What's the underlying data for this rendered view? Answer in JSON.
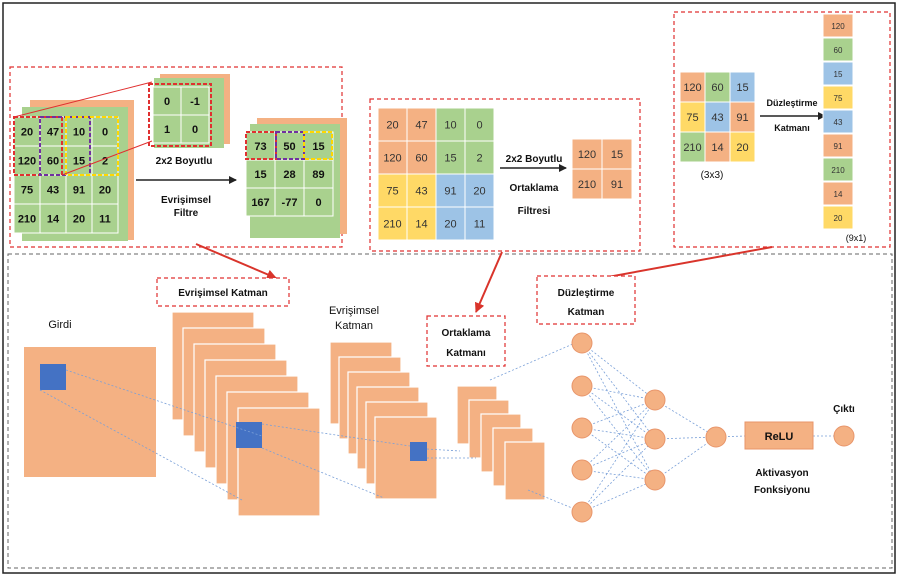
{
  "colors": {
    "orange": "#f4b183",
    "green": "#a9d18e",
    "blue": "#9dc3e6",
    "yellow": "#ffd966",
    "dark_blue": "#4472c4",
    "dashed_red": "#e03030",
    "arrow_red": "#d9342b"
  },
  "conv_panel": {
    "input_grid": [
      [
        "20",
        "47",
        "10",
        "0"
      ],
      [
        "120",
        "60",
        "15",
        "2"
      ],
      [
        "75",
        "43",
        "91",
        "20"
      ],
      [
        "210",
        "14",
        "20",
        "11"
      ]
    ],
    "kernel_grid": [
      [
        "0",
        "-1"
      ],
      [
        "1",
        "0"
      ]
    ],
    "output_grid": [
      [
        "73",
        "50",
        "15"
      ],
      [
        "15",
        "28",
        "89"
      ],
      [
        "167",
        "-77",
        "0"
      ]
    ],
    "arrow_label": "2x2 Boyutlu",
    "caption_line1": "Evrişimsel",
    "caption_line2": "Filtre"
  },
  "pool_panel": {
    "input_grid": [
      [
        "20",
        "47",
        "10",
        "0"
      ],
      [
        "120",
        "60",
        "15",
        "2"
      ],
      [
        "75",
        "43",
        "91",
        "20"
      ],
      [
        "210",
        "14",
        "20",
        "11"
      ]
    ],
    "output_grid": [
      [
        "120",
        "15"
      ],
      [
        "210",
        "91"
      ]
    ],
    "label_line1": "2x2 Boyutlu",
    "label_line2": "Ortaklama",
    "label_line3": "Filtresi"
  },
  "flatten_panel": {
    "grid": [
      [
        "120",
        "60",
        "15"
      ],
      [
        "75",
        "43",
        "91"
      ],
      [
        "210",
        "14",
        "20"
      ]
    ],
    "grid_caption": "(3x3)",
    "vector": [
      "120",
      "60",
      "15",
      "75",
      "43",
      "91",
      "210",
      "14",
      "20"
    ],
    "vector_caption": "(9x1)",
    "label_line1": "Düzleştirme",
    "label_line2": "Katmanı"
  },
  "network": {
    "input_label": "Girdi",
    "conv_box_label": "Evrişimsel Katman",
    "conv2_label_line1": "Evrişimsel",
    "conv2_label_line2": "Katman",
    "pool_box_line1": "Ortaklama",
    "pool_box_line2": "Katmanı",
    "flatten_box_line1": "Düzleştirme",
    "flatten_box_line2": "Katman",
    "relu_label": "ReLU",
    "activation_line1": "Aktivasyon",
    "activation_line2": "Fonksiyonu",
    "output_label": "Çıktı"
  }
}
